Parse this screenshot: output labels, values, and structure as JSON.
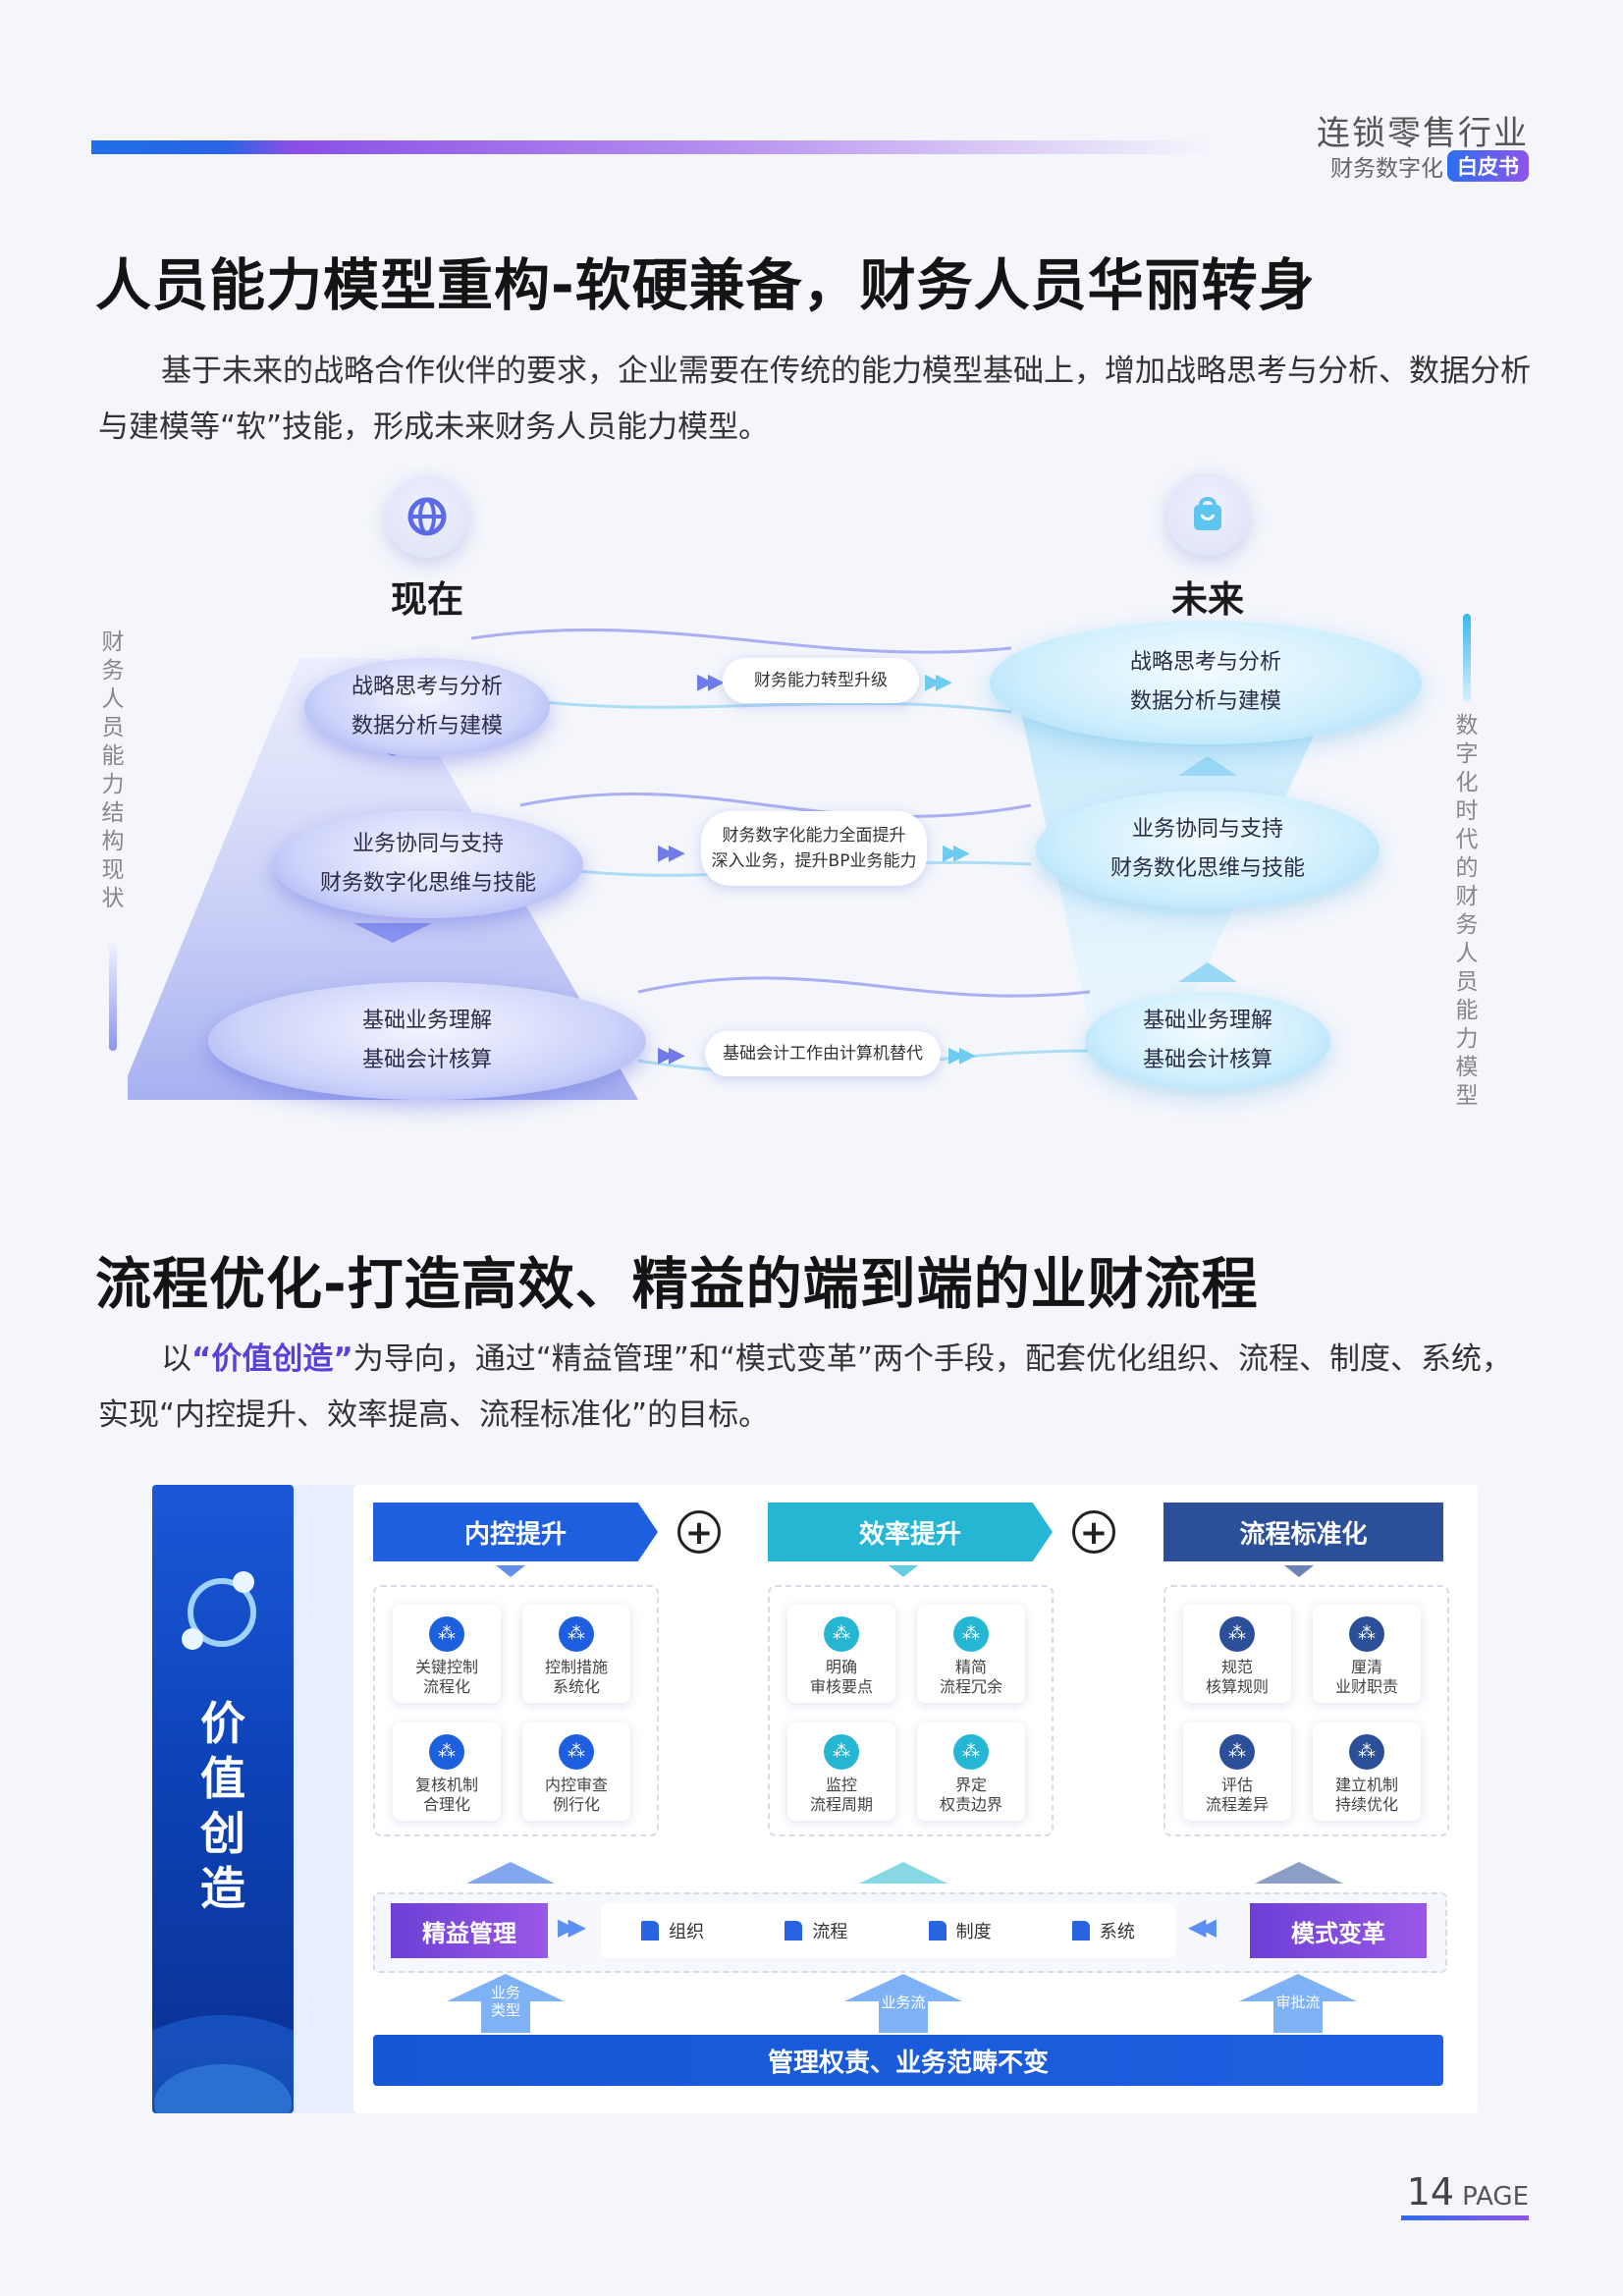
{
  "header": {
    "brand_title": "连锁零售行业",
    "brand_sub": "财务数字化",
    "brand_badge": "白皮书"
  },
  "section1": {
    "title": "人员能力模型重构-软硬兼备，财务人员华丽转身",
    "para": "基于未来的战略合作伙伴的要求，企业需要在传统的能力模型基础上，增加战略思考与分析、数据分析与建模等“软”技能，形成未来财务人员能力模型。"
  },
  "diagram1": {
    "now_title": "现在",
    "future_title": "未来",
    "left_vertical": "财务人员能力结构现状",
    "right_vertical": "数字化时代的财务人员能力模型",
    "left_levels": [
      {
        "line1": "战略思考与分析",
        "line2": "数据分析与建模"
      },
      {
        "line1": "业务协同与支持",
        "line2": "财务数字化思维与技能"
      },
      {
        "line1": "基础业务理解",
        "line2": "基础会计核算"
      }
    ],
    "right_levels": [
      {
        "line1": "战略思考与分析",
        "line2": "数据分析与建模"
      },
      {
        "line1": "业务协同与支持",
        "line2": "财务数化思维与技能"
      },
      {
        "line1": "基础业务理解",
        "line2": "基础会计核算"
      }
    ],
    "transitions": [
      {
        "line1": "财务能力转型升级",
        "line2": ""
      },
      {
        "line1": "财务数字化能力全面提升",
        "line2": "深入业务，提升BP业务能力"
      },
      {
        "line1": "基础会计工作由计算机替代",
        "line2": ""
      }
    ],
    "colors": {
      "left": "#7c86ee",
      "right": "#7ed0f4"
    }
  },
  "section2": {
    "title": "流程优化-打造高效、精益的端到端的业财流程",
    "para_pre": "以",
    "para_hl": "“价值创造”",
    "para_post": "为导向，通过“精益管理”和“模式变革”两个手段，配套优化组织、流程、制度、系统，实现“内控提升、效率提高、流程标准化”的目标。"
  },
  "diagram2": {
    "value_label": [
      "价",
      "值",
      "创",
      "造"
    ],
    "groups": [
      {
        "title": "内控提升",
        "color": "#1e5fe0",
        "cards": [
          [
            "关键控制",
            "流程化"
          ],
          [
            "控制措施",
            "系统化"
          ],
          [
            "复核机制",
            "合理化"
          ],
          [
            "内控审查",
            "例行化"
          ]
        ]
      },
      {
        "title": "效率提升",
        "color": "#25b6d4",
        "cards": [
          [
            "明确",
            "审核要点"
          ],
          [
            "精简",
            "流程冗余"
          ],
          [
            "监控",
            "流程周期"
          ],
          [
            "界定",
            "权责边界"
          ]
        ]
      },
      {
        "title": "流程标准化",
        "color": "#2b4f98",
        "cards": [
          [
            "规范",
            "核算规则"
          ],
          [
            "厘清",
            "业财职责"
          ],
          [
            "评估",
            "流程差异"
          ],
          [
            "建立机制",
            "持续优化"
          ]
        ]
      }
    ],
    "lean": "精益管理",
    "reform": "模式变革",
    "items": [
      "组织",
      "流程",
      "制度",
      "系统"
    ],
    "up_labels": [
      [
        "业务",
        "类型"
      ],
      [
        "业务流",
        ""
      ],
      [
        "审批流",
        ""
      ]
    ],
    "foot": "管理权责、业务范畴不变"
  },
  "footer": {
    "page": "14",
    "page_label": "PAGE"
  }
}
